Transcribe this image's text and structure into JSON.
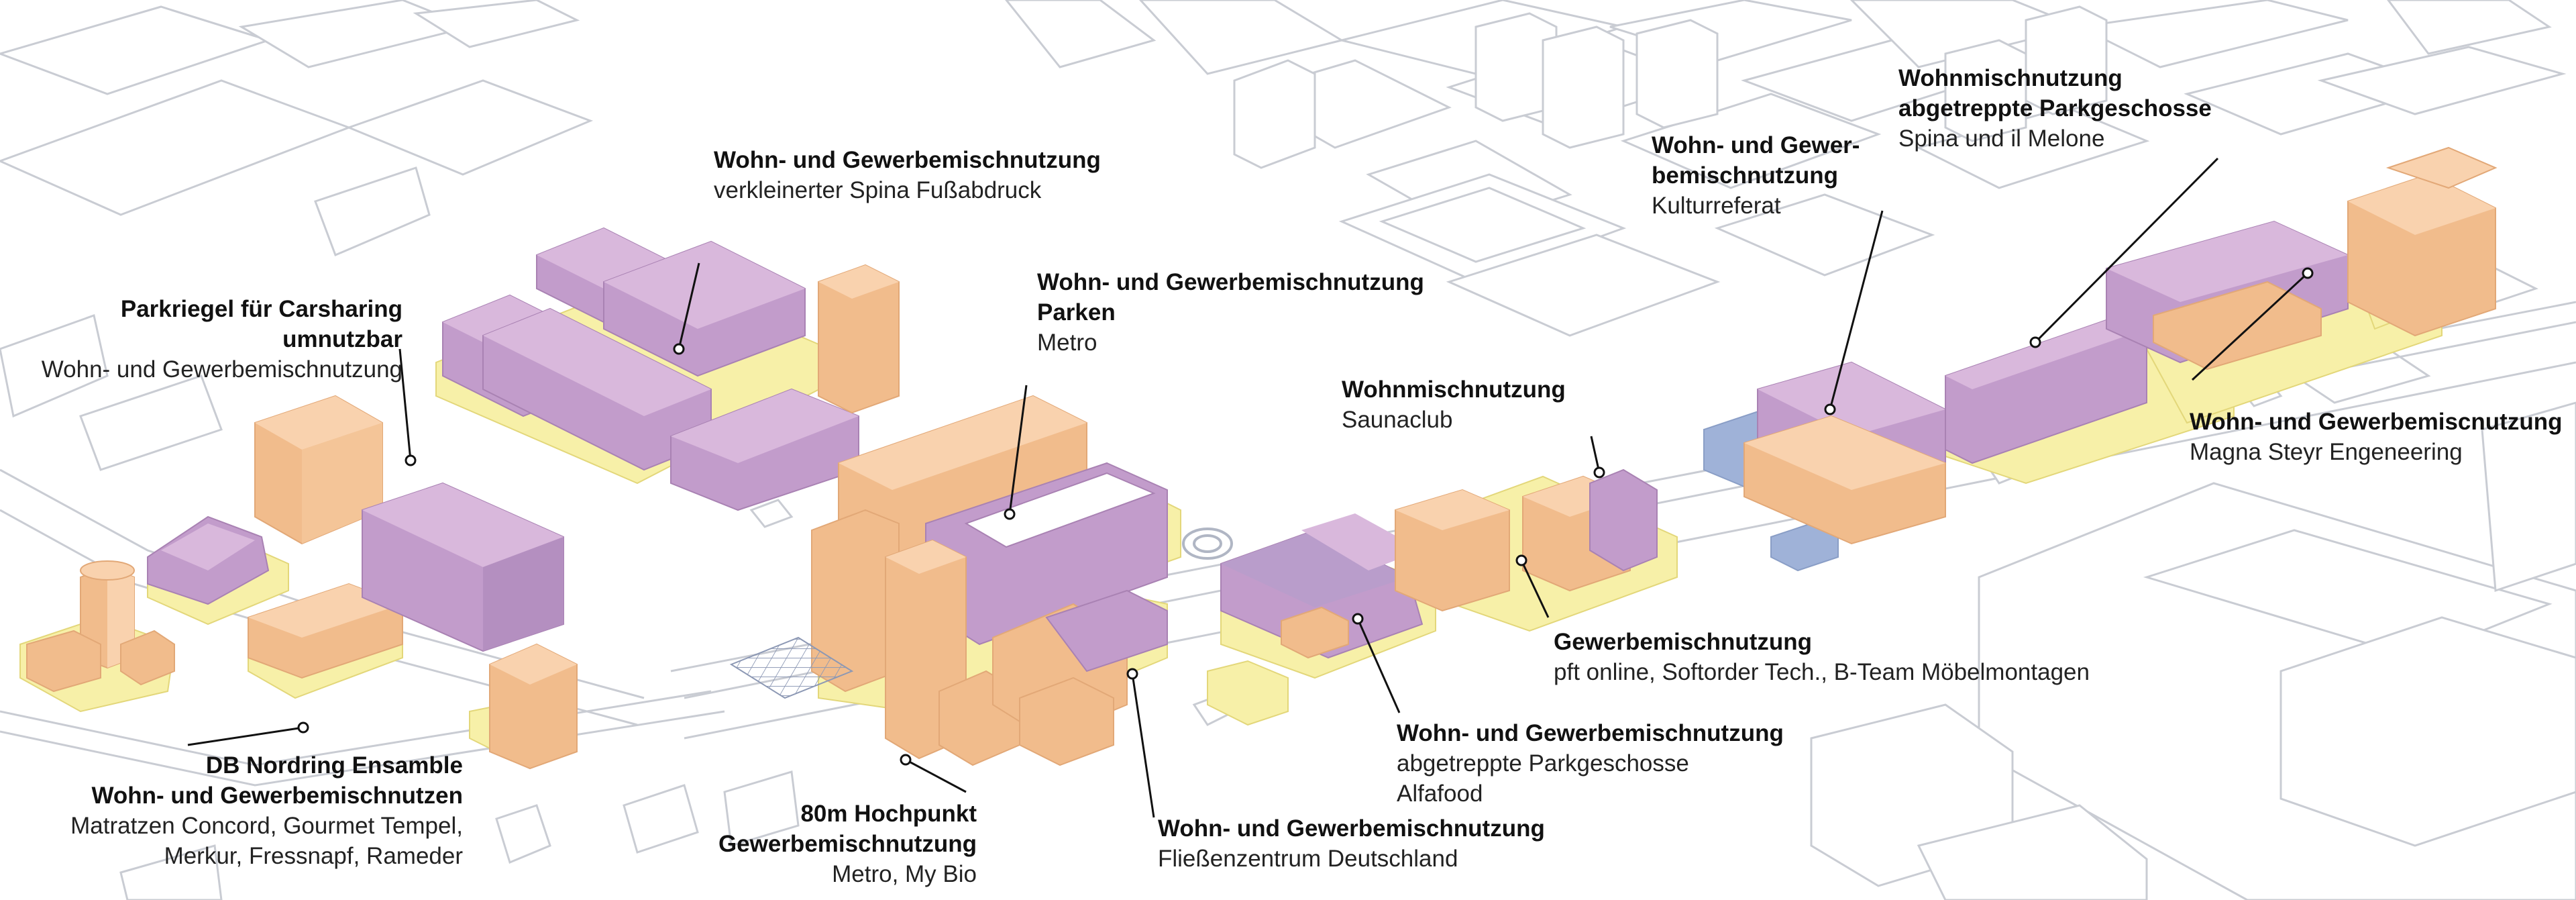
{
  "colors": {
    "residential_commercial": "#d9b8dc",
    "residential_commercial_side": "#c29ccb",
    "commercial": "#f9d2ae",
    "commercial_side": "#f1bc8c",
    "ground": "#f7f0a8",
    "ground_side": "#eee48a",
    "culture": "#b6c6e4",
    "culture_side": "#9fb2d8",
    "context_stroke": "#c9ccd3",
    "leader": "#111111"
  },
  "labels": [
    {
      "id": "parkriegel",
      "title": [
        "Parkriegel für Carsharing",
        "umnutzbar"
      ],
      "subtitle": [
        "Wohn- und Gewerbemischnutzung"
      ]
    },
    {
      "id": "spina-footprint",
      "title": [
        "Wohn- und Gewerbemischnutzung"
      ],
      "subtitle": [
        "verkleinerter Spina Fußabdruck"
      ]
    },
    {
      "id": "metro-parken",
      "title": [
        "Wohn- und Gewerbemischnutzung",
        "Parken"
      ],
      "subtitle": [
        "Metro"
      ]
    },
    {
      "id": "saunaclub",
      "title": [
        "Wohnmischnutzung"
      ],
      "subtitle": [
        "Saunaclub"
      ]
    },
    {
      "id": "kulturreferat",
      "title": [
        "Wohn- und Gewer-",
        "bemischnutzung"
      ],
      "subtitle": [
        "Kulturreferat"
      ]
    },
    {
      "id": "spina-melone",
      "title": [
        "Wohnmischnutzung",
        "abgetreppte Parkgeschosse"
      ],
      "subtitle": [
        "Spina und il Melone"
      ]
    },
    {
      "id": "magna",
      "title": [
        "Wohn- und Gewerbemiscnutzung"
      ],
      "subtitle": [
        "Magna Steyr Engeneering"
      ]
    },
    {
      "id": "gewerbe",
      "title": [
        "Gewerbemischnutzung"
      ],
      "subtitle": [
        "pft online, Softorder Tech., B-Team Möbelmontagen"
      ]
    },
    {
      "id": "alfafood",
      "title": [
        "Wohn- und Gewerbemischnutzung"
      ],
      "subtitle": [
        "abgetreppte Parkgeschosse",
        "Alfafood"
      ]
    },
    {
      "id": "fliessen",
      "title": [
        "Wohn- und Gewerbemischnutzung"
      ],
      "subtitle": [
        "Fließenzentrum Deutschland"
      ]
    },
    {
      "id": "hochpunkt",
      "title": [
        "80m Hochpunkt",
        "Gewerbemischnutzung"
      ],
      "subtitle": [
        "Metro, My Bio"
      ]
    },
    {
      "id": "nordring",
      "title": [
        "DB Nordring Ensamble",
        "Wohn- und Gewerbemischnutzen"
      ],
      "subtitle": [
        "Matratzen Concord, Gourmet Tempel,",
        "Merkur, Fressnapf, Rameder"
      ]
    }
  ]
}
